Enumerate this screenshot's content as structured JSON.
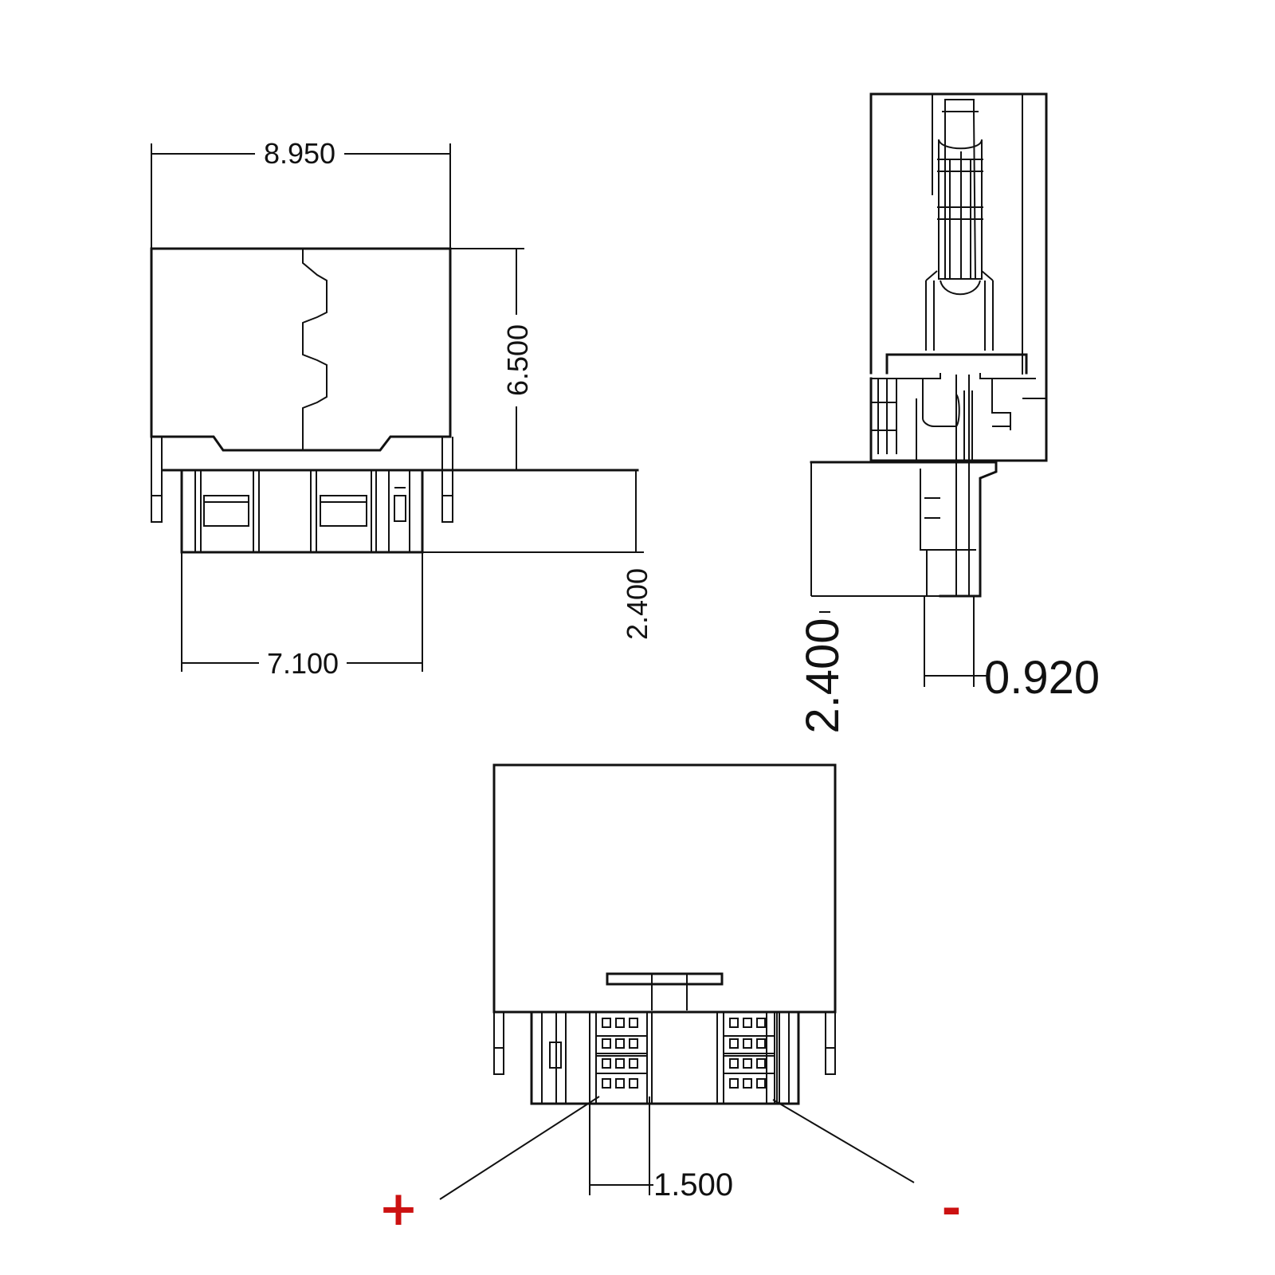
{
  "dimensions": {
    "front_width": "8.950",
    "front_height": "6.500",
    "front_pin_length": "2.400",
    "front_pin_span": "7.100",
    "side_pin_length": "2.400",
    "side_pin_width": "0.920",
    "bottom_pin_pitch": "1.500"
  },
  "polarity": {
    "positive": "+",
    "negative": "-"
  },
  "colors": {
    "line": "#111111",
    "polarity": "#cc1111"
  }
}
